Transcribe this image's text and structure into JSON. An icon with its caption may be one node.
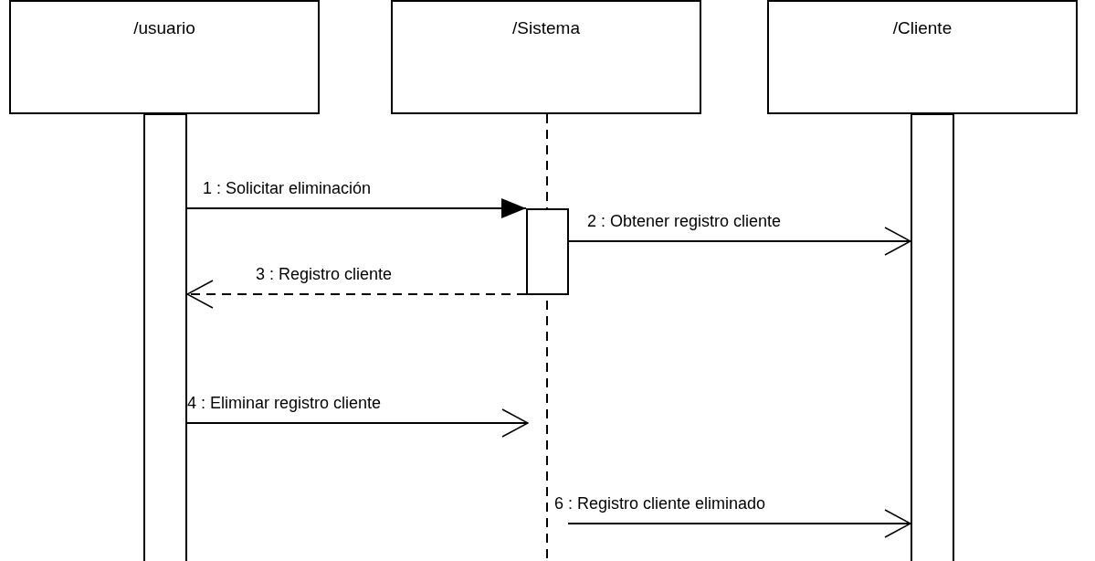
{
  "diagram": {
    "nodes": [
      {
        "text": [
          "/usuario"
        ]
      },
      {
        "text": [
          "/Sistema"
        ]
      },
      {
        "text": [
          "/Cliente"
        ]
      },
      {
        "text": [],
        "shape": "bar"
      },
      {
        "text": [],
        "shape": "bar"
      },
      {
        "text": [],
        "shape": "bar"
      }
    ],
    "edges": [
      {
        "from": 3,
        "to": 4,
        "arrow": "to",
        "label": "1 : Solicitar eliminación"
      },
      {
        "from": 4,
        "to": 5,
        "arrow": "to",
        "label": "2 : Obtener registro cliente"
      },
      {
        "from": 4,
        "to": 3,
        "arrow": "to",
        "label": "3 : Registro cliente",
        "style": "dashed"
      },
      {
        "from": 3,
        "to": null,
        "arrow": "to",
        "label": "4 : Eliminar registro cliente"
      },
      {
        "from": null,
        "to": 5,
        "arrow": "to",
        "label": "6 : Registro cliente eliminado"
      }
    ]
  }
}
